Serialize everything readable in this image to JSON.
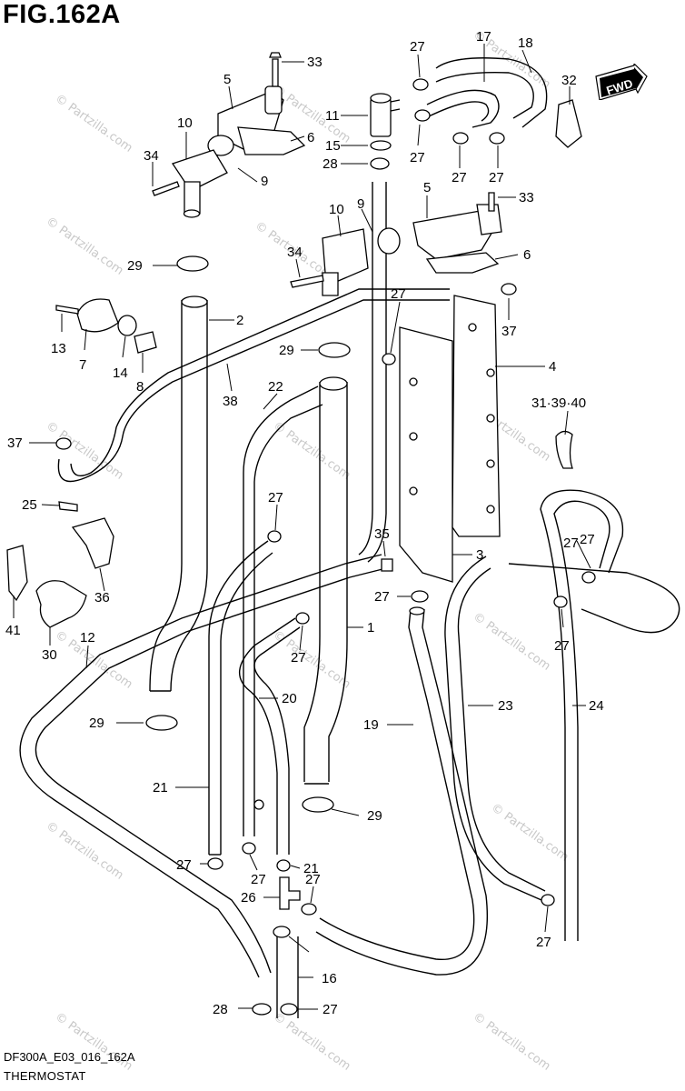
{
  "figure": {
    "title": "FIG.162A",
    "fwd_label": "FWD",
    "code": "DF300A_E03_016_162A",
    "caption": "THERMOSTAT",
    "watermark": "© Partzilla.com"
  },
  "callouts": [
    "33",
    "5",
    "10",
    "6",
    "34",
    "9",
    "27",
    "17",
    "18",
    "32",
    "11",
    "15",
    "28",
    "27",
    "27",
    "27",
    "10",
    "9",
    "5",
    "33",
    "34",
    "6",
    "29",
    "2",
    "13",
    "7",
    "14",
    "8",
    "27",
    "37",
    "29",
    "38",
    "22",
    "4",
    "31·39·40",
    "37",
    "25",
    "27",
    "36",
    "35",
    "3",
    "41",
    "30",
    "12",
    "27",
    "27",
    "1",
    "27",
    "29",
    "20",
    "19",
    "23",
    "24",
    "21",
    "29",
    "27",
    "21",
    "27",
    "27",
    "26",
    "27",
    "27",
    "16",
    "28",
    "27",
    "27"
  ]
}
